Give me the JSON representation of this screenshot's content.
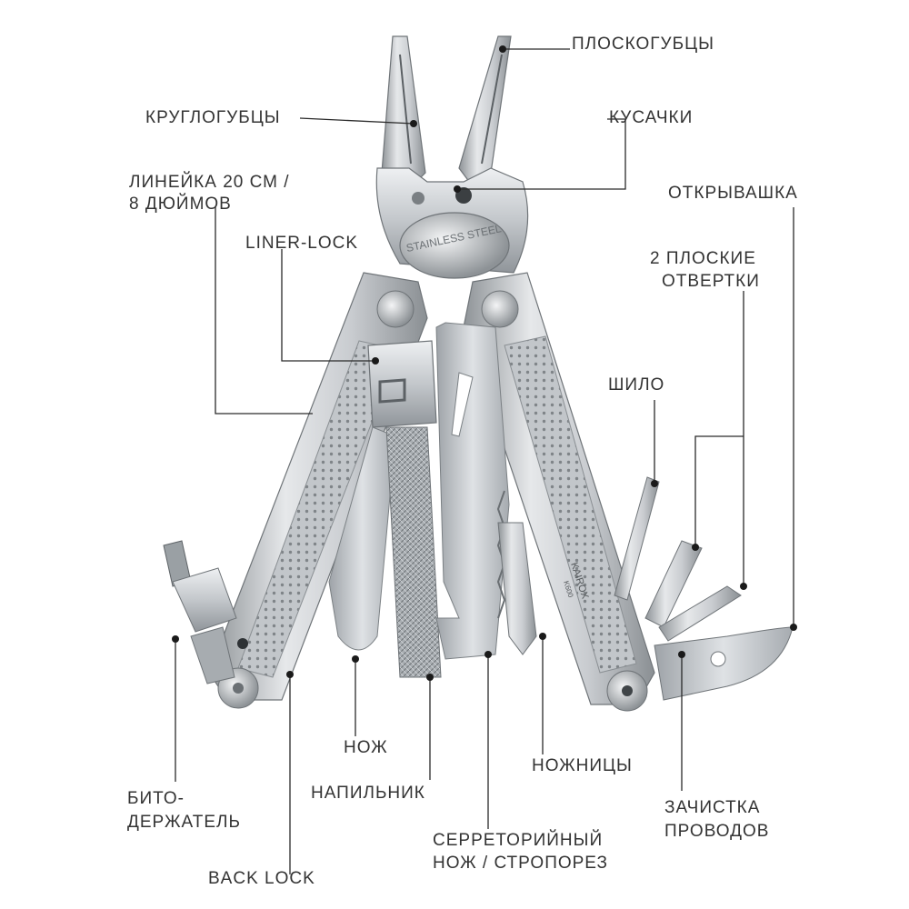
{
  "labels": {
    "pliers": "ПЛОСКОГУБЦЫ",
    "round_pliers": "КРУГЛОГУБЦЫ",
    "cutters": "КУСАЧКИ",
    "ruler_line1": "ЛИНЕЙКА 20 СМ /",
    "ruler_line2": "8 ДЮЙМОВ",
    "bottle_opener": "ОТКРЫВАШКА",
    "liner_lock": "LINER-LOCK",
    "screwdrivers_line1": "2 ПЛОСКИЕ",
    "screwdrivers_line2": "ОТВЕРТКИ",
    "awl": "ШИЛО",
    "knife": "НОЖ",
    "scissors": "НОЖНИЦЫ",
    "file": "НАПИЛЬНИК",
    "bit_holder_line1": "БИТО-",
    "bit_holder_line2": "ДЕРЖАТЕЛЬ",
    "wire_stripper_line1": "ЗАЧИСТКА",
    "wire_stripper_line2": "ПРОВОДОВ",
    "serrated_line1": "СЕРРЕТОРИЙНЫЙ",
    "serrated_line2": "НОЖ / СТРОПОРЕЗ",
    "back_lock": "BACK LOCK"
  },
  "tool_markings": {
    "head_stamp": "STAINLESS STEEL",
    "brand": "KAIROX",
    "model": "K600"
  },
  "colors": {
    "steel_light": "#e2e4e6",
    "steel_mid": "#b5b9bd",
    "steel_dark": "#7d8286",
    "label_text": "#333333",
    "leader_line": "#2a2a2a"
  }
}
